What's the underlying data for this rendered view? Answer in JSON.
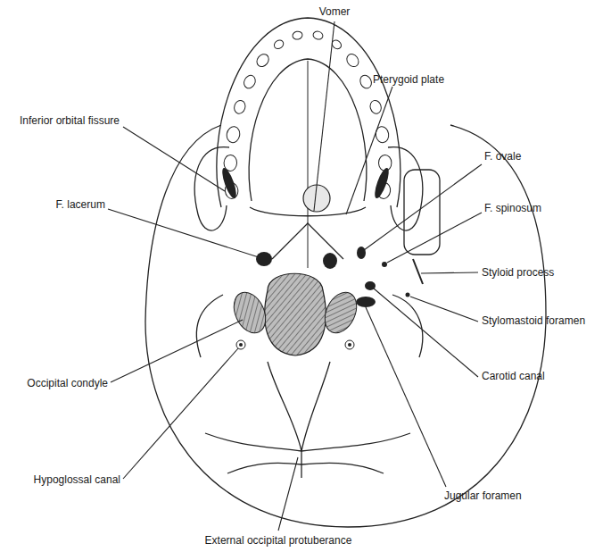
{
  "diagram": {
    "labels": [
      "Vomer",
      "Pterygoid plate",
      "Inferior orbital fissure",
      "F. ovale",
      "F. lacerum",
      "F. spinosum",
      "Styloid process",
      "Stylomastoid foramen",
      "Carotid canal",
      "Occipital condyle",
      "Hypoglossal canal",
      "Jugular foramen",
      "External occipital protuberance"
    ]
  }
}
